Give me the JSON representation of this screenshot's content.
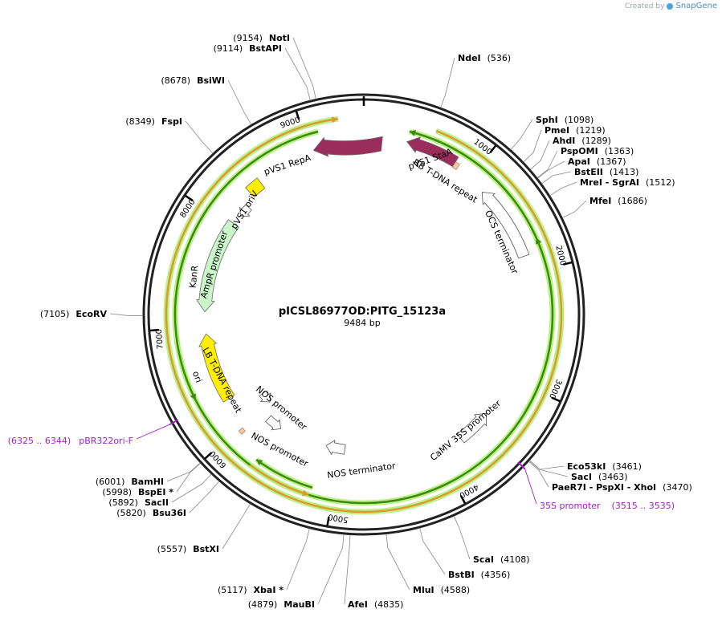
{
  "credit": {
    "prefix": "Created by",
    "brand": "SnapGene"
  },
  "map": {
    "name": "pICSL86977OD:PITG_15123a",
    "length": 9484,
    "length_label": "9484 bp"
  },
  "ticks": [
    {
      "label": "1000",
      "bp": 1000
    },
    {
      "label": "2000",
      "bp": 2000
    },
    {
      "label": "3000",
      "bp": 3000
    },
    {
      "label": "4000",
      "bp": 4000
    },
    {
      "label": "5000",
      "bp": 5000
    },
    {
      "label": "6000",
      "bp": 6000
    },
    {
      "label": "7000",
      "bp": 7000
    },
    {
      "label": "8000",
      "bp": 8000
    },
    {
      "label": "9000",
      "bp": 9000
    }
  ],
  "sites": [
    {
      "name": "NotI",
      "pos": "(9154)",
      "bp": 9154,
      "side": "L"
    },
    {
      "name": "BstAPI",
      "pos": "(9114)",
      "bp": 9114,
      "side": "L"
    },
    {
      "name": "BsiWI",
      "pos": "(8678)",
      "bp": 8678,
      "side": "L"
    },
    {
      "name": "FspI",
      "pos": "(8349)",
      "bp": 8349,
      "side": "L"
    },
    {
      "name": "EcoRV",
      "pos": "(7105)",
      "bp": 7105,
      "side": "L"
    },
    {
      "name": "BamHI",
      "pos": "(6001)",
      "bp": 6001,
      "side": "L"
    },
    {
      "name": "BspEI *",
      "pos": "(5998)",
      "bp": 5998,
      "side": "L"
    },
    {
      "name": "SacII",
      "pos": "(5892)",
      "bp": 5892,
      "side": "L"
    },
    {
      "name": "Bsu36I",
      "pos": "(5820)",
      "bp": 5820,
      "side": "L"
    },
    {
      "name": "BstXI",
      "pos": "(5557)",
      "bp": 5557,
      "side": "L"
    },
    {
      "name": "XbaI *",
      "pos": "(5117)",
      "bp": 5117,
      "side": "L"
    },
    {
      "name": "MauBI",
      "pos": "(4879)",
      "bp": 4879,
      "side": "L"
    },
    {
      "name": "AfeI",
      "pos": "(4835)",
      "bp": 4835,
      "side": "R"
    },
    {
      "name": "MluI",
      "pos": "(4588)",
      "bp": 4588,
      "side": "R"
    },
    {
      "name": "BstBI",
      "pos": "(4356)",
      "bp": 4356,
      "side": "R"
    },
    {
      "name": "ScaI",
      "pos": "(4108)",
      "bp": 4108,
      "side": "R"
    },
    {
      "name": "NdeI",
      "pos": "(536)",
      "bp": 536,
      "side": "R"
    },
    {
      "name": "SphI",
      "pos": "(1098)",
      "bp": 1098,
      "side": "R"
    },
    {
      "name": "PmeI",
      "pos": "(1219)",
      "bp": 1219,
      "side": "R"
    },
    {
      "name": "AhdI",
      "pos": "(1289)",
      "bp": 1289,
      "side": "R"
    },
    {
      "name": "PspOMI",
      "pos": "(1363)",
      "bp": 1363,
      "side": "R"
    },
    {
      "name": "ApaI",
      "pos": "(1367)",
      "bp": 1367,
      "side": "R"
    },
    {
      "name": "BstEII",
      "pos": "(1413)",
      "bp": 1413,
      "side": "R"
    },
    {
      "name": "MreI  -  SgrAI",
      "pos": "(1512)",
      "bp": 1512,
      "side": "R"
    },
    {
      "name": "MfeI",
      "pos": "(1686)",
      "bp": 1686,
      "side": "R"
    },
    {
      "name": "Eco53kI",
      "pos": "(3461)",
      "bp": 3461,
      "side": "R"
    },
    {
      "name": "SacI",
      "pos": "(3463)",
      "bp": 3463,
      "side": "R"
    },
    {
      "name": "PaeR7I  -  PspXI  -  XhoI",
      "pos": "(3470)",
      "bp": 3470,
      "side": "R"
    }
  ],
  "primers": [
    {
      "label": "pBR322ori-F",
      "pos": "(6325 .. 6344)",
      "bp": 6334,
      "color": "#a020c8"
    },
    {
      "label": "35S promoter",
      "pos": "(3515 .. 3535)",
      "bp": 3525,
      "color": "#a020c8"
    }
  ],
  "features": [
    {
      "label": "pVS1 StaA",
      "type": "cds",
      "color": "#9b2d5c"
    },
    {
      "label": "pVS1 RepA",
      "type": "cds",
      "color": "#9b2d5c"
    },
    {
      "label": "pVS1 oriV",
      "type": "rep_origin",
      "color": "#ffee00"
    },
    {
      "label": "AmpR promoter",
      "type": "promoter",
      "color": "#ffffff"
    },
    {
      "label": "KanR",
      "type": "cds",
      "color": "#c9f5c9"
    },
    {
      "label": "LB T-DNA repeat",
      "type": "repeat",
      "color": "#f2c9a8"
    },
    {
      "label": "ori",
      "type": "rep_origin",
      "color": "#ffee00"
    },
    {
      "label": "NOS promoter",
      "type": "promoter",
      "color": "#ffffff"
    },
    {
      "label": "NOS promoter",
      "type": "promoter",
      "color": "#ffffff"
    },
    {
      "label": "NOS terminator",
      "type": "terminator",
      "color": "#ffffff"
    },
    {
      "label": "CaMV 35S promoter",
      "type": "promoter",
      "color": "#ffffff"
    },
    {
      "label": "OCS terminator",
      "type": "terminator",
      "color": "#ffffff"
    },
    {
      "label": "RB T-DNA repeat",
      "type": "repeat",
      "color": "#f2c9a8"
    }
  ],
  "colors": {
    "backbone": "#222222",
    "orf": "#3a8a10",
    "orf_glow": "#b6f07a",
    "orf_orange": "#d99a30",
    "cds": "#9b2d5c",
    "primer": "#a020c8"
  }
}
